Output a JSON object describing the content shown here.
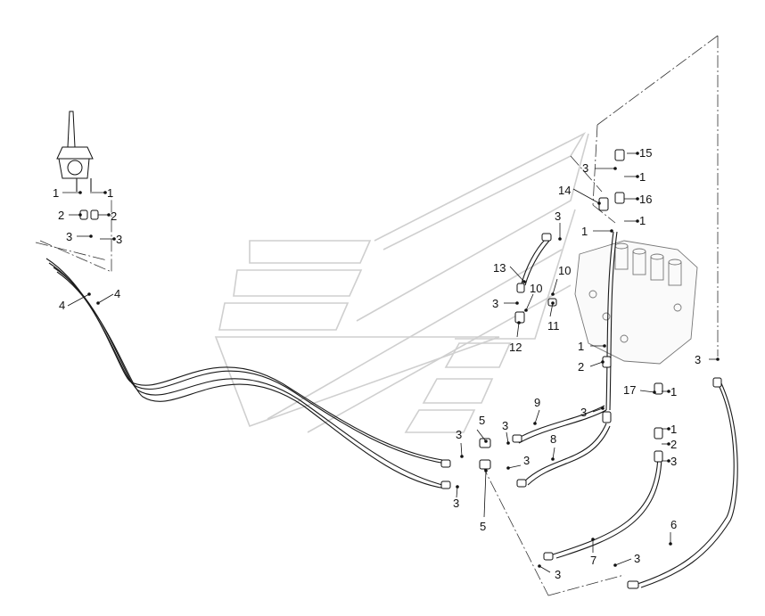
{
  "diagram": {
    "callouts": [
      {
        "label": "1"
      },
      {
        "label": "1"
      },
      {
        "label": "2"
      },
      {
        "label": "2"
      },
      {
        "label": "3"
      },
      {
        "label": "3"
      },
      {
        "label": "4"
      },
      {
        "label": "4"
      },
      {
        "label": "15"
      },
      {
        "label": "3"
      },
      {
        "label": "1"
      },
      {
        "label": "14"
      },
      {
        "label": "16"
      },
      {
        "label": "3"
      },
      {
        "label": "1"
      },
      {
        "label": "1"
      },
      {
        "label": "13"
      },
      {
        "label": "10"
      },
      {
        "label": "10"
      },
      {
        "label": "3"
      },
      {
        "label": "11"
      },
      {
        "label": "12"
      },
      {
        "label": "1"
      },
      {
        "label": "2"
      },
      {
        "label": "3"
      },
      {
        "label": "17"
      },
      {
        "label": "1"
      },
      {
        "label": "9"
      },
      {
        "label": "3"
      },
      {
        "label": "1"
      },
      {
        "label": "5"
      },
      {
        "label": "3"
      },
      {
        "label": "2"
      },
      {
        "label": "3"
      },
      {
        "label": "8"
      },
      {
        "label": "3"
      },
      {
        "label": "3"
      },
      {
        "label": "3"
      },
      {
        "label": "5"
      },
      {
        "label": "6"
      },
      {
        "label": "7"
      },
      {
        "label": "3"
      },
      {
        "label": "3"
      }
    ]
  }
}
